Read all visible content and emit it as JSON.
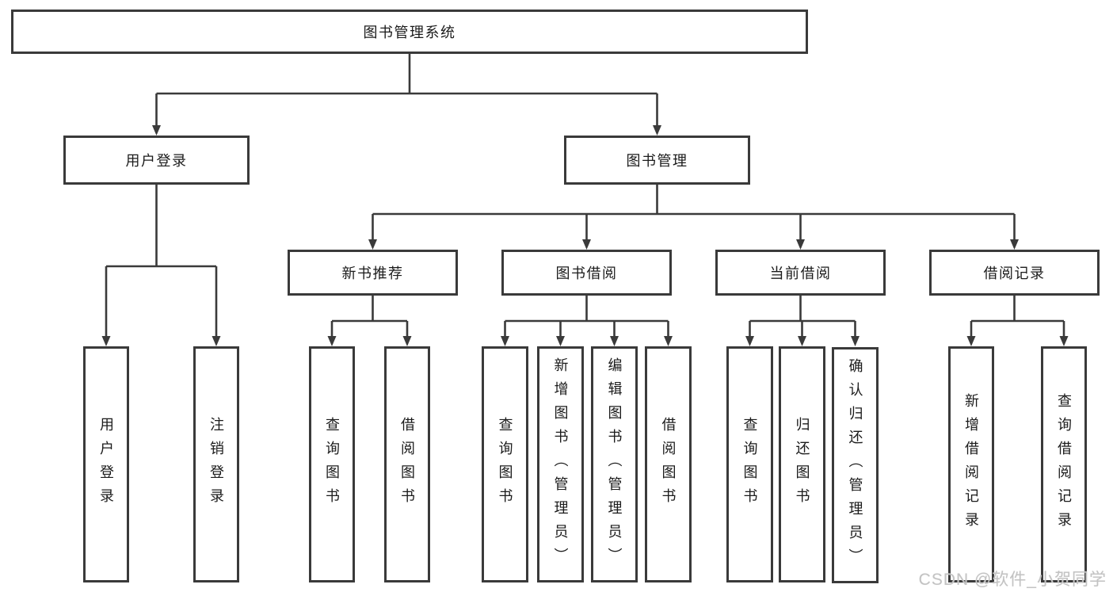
{
  "nodes": {
    "root": "图书管理系统",
    "user_login": "用户登录",
    "book_management": "图书管理",
    "new_book_recommend": "新书推荐",
    "book_borrowing": "图书借阅",
    "current_borrowing": "当前借阅",
    "borrowing_records": "借阅记录",
    "ul_user_login": "用户登录",
    "ul_logout": "注销登录",
    "nr_query_books": "查询图书",
    "nr_borrow_books": "借阅图书",
    "bb_query_books": "查询图书",
    "bb_add_books": "新增图书（管理员）",
    "bb_edit_books": "编辑图书（管理员）",
    "bb_borrow_books": "借阅图书",
    "cb_query_books": "查询图书",
    "cb_return_books": "归还图书",
    "cb_confirm_return": "确认归还（管理员）",
    "br_add_record": "新增借阅记录",
    "br_query_record": "查询借阅记录"
  },
  "diagram_structure": {
    "root": "图书管理系统",
    "children": [
      {
        "label": "用户登录",
        "children": [
          "用户登录",
          "注销登录"
        ]
      },
      {
        "label": "图书管理",
        "children": [
          {
            "label": "新书推荐",
            "children": [
              "查询图书",
              "借阅图书"
            ]
          },
          {
            "label": "图书借阅",
            "children": [
              "查询图书",
              "新增图书（管理员）",
              "编辑图书（管理员）",
              "借阅图书"
            ]
          },
          {
            "label": "当前借阅",
            "children": [
              "查询图书",
              "归还图书",
              "确认归还（管理员）"
            ]
          },
          {
            "label": "借阅记录",
            "children": [
              "新增借阅记录",
              "查询借阅记录"
            ]
          }
        ]
      }
    ]
  },
  "watermark": "CSDN @软件_小贺同学",
  "colors": {
    "line": "#3a3a3a",
    "box_border": "#3a3a3a",
    "text": "#1b1b1b",
    "watermark": "#c3c3c3",
    "background": "#ffffff"
  }
}
